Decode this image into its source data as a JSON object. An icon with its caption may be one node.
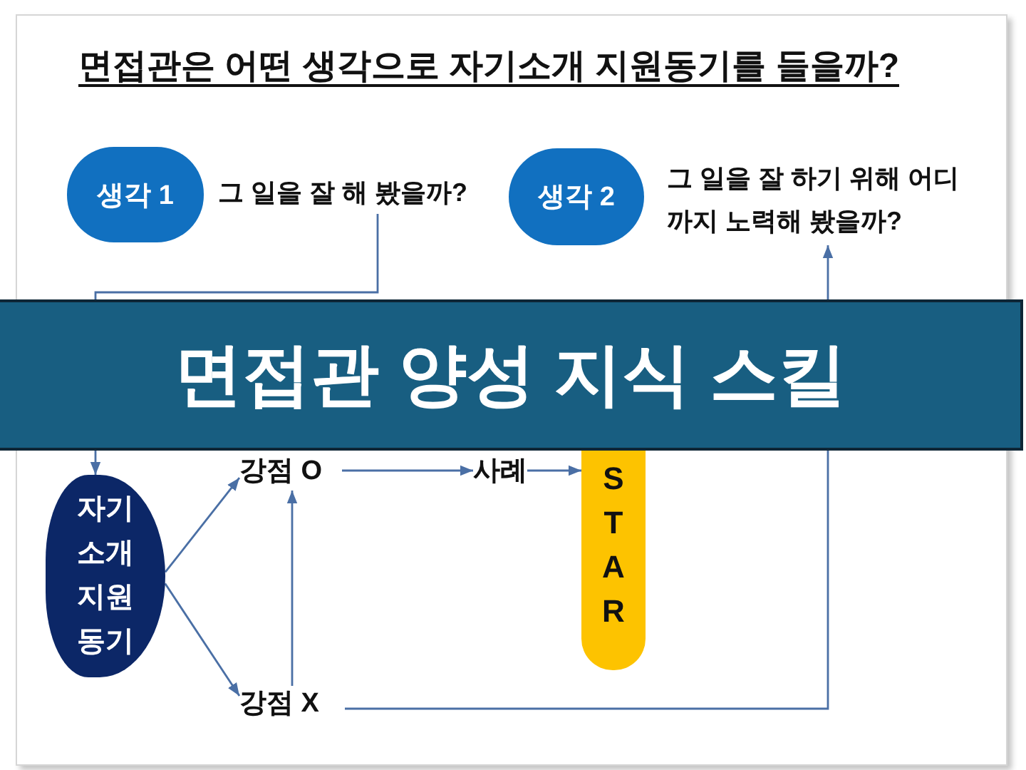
{
  "diagram": {
    "title": "면접관은 어떤 생각으로 자기소개 지원동기를 들을까?",
    "nodes": [
      {
        "text": [
          "생각 1"
        ]
      },
      {
        "text": [
          "그 일을 잘 해 봤을까?"
        ]
      },
      {
        "text": [
          "생각 2"
        ]
      },
      {
        "text": [
          "그 일을 잘 하기 위해 어디 까지 노력해 봤을까?"
        ]
      },
      {
        "text": [
          "자기 소개 지원 동기"
        ]
      },
      {
        "text": [
          "강점 O"
        ]
      },
      {
        "text": [
          "사례"
        ]
      },
      {
        "text": [
          "S T A R"
        ]
      },
      {
        "text": [
          "강점 X"
        ]
      }
    ],
    "edges": [
      {
        "from": 1,
        "to": 4,
        "arrow": "to"
      },
      {
        "from": 4,
        "to": 5,
        "arrow": "to"
      },
      {
        "from": 4,
        "to": 8,
        "arrow": "to"
      },
      {
        "from": 8,
        "to": 5,
        "arrow": "to"
      },
      {
        "from": 5,
        "to": 6,
        "arrow": "to"
      },
      {
        "from": 6,
        "to": 7,
        "arrow": "to"
      },
      {
        "from": 8,
        "to": 3,
        "arrow": "to"
      }
    ],
    "labels": [
      "면접관 양성 지식 스킬"
    ]
  }
}
